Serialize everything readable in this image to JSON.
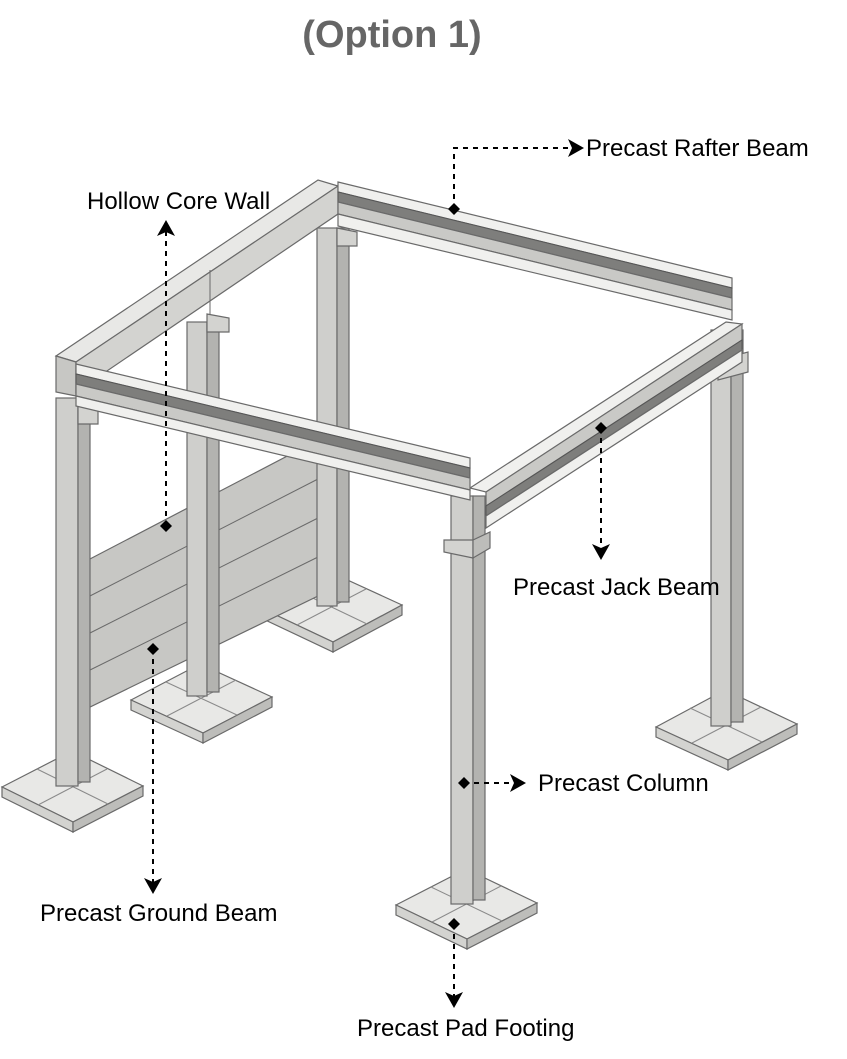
{
  "title": "(Option 1)",
  "labels": {
    "rafter_beam": "Precast Rafter Beam",
    "hollow_core_wall": "Hollow Core Wall",
    "jack_beam": "Precast Jack Beam",
    "column": "Precast Column",
    "ground_beam": "Precast Ground Beam",
    "pad_footing": "Precast Pad Footing"
  },
  "colors": {
    "title": "#666666",
    "concrete_light": "#e8e8e6",
    "concrete_mid": "#cfcfcc",
    "concrete_dark": "#7e7e7c",
    "leader": "#000000"
  }
}
